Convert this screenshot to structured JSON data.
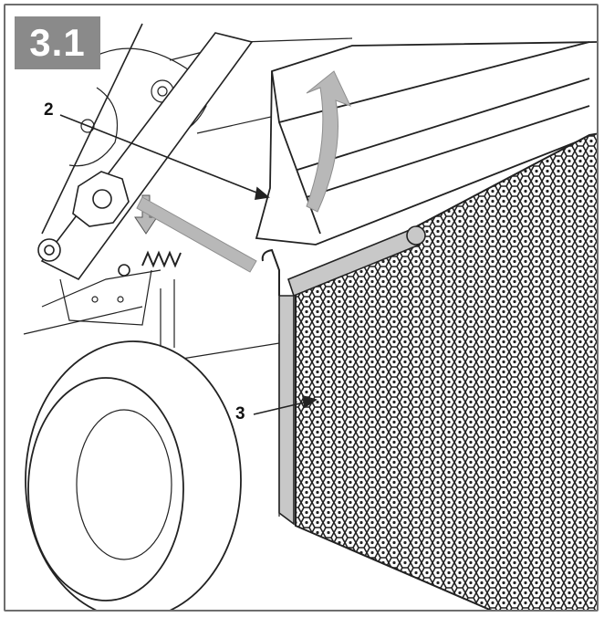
{
  "figure": {
    "step_label": "3.1",
    "callouts": [
      {
        "id": "2",
        "label": "2"
      },
      {
        "id": "3",
        "label": "3"
      }
    ]
  },
  "colors": {
    "frame": "#6e6e6e",
    "badge": "#8a8a8a",
    "line": "#222222",
    "arrow_fill": "#b8b8b8",
    "mesh": "#2a2a2a",
    "rod": "#c8c8c8"
  },
  "icons": [
    "lift-arrow-icon",
    "push-down-arrow-icon"
  ]
}
